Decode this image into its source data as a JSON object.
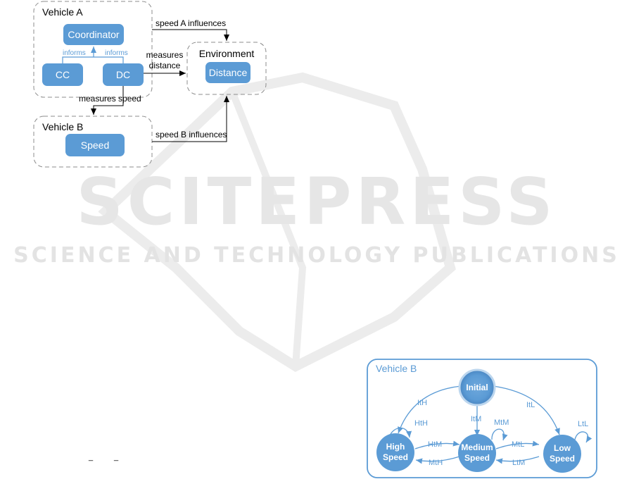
{
  "watermark": {
    "brand": "SCITEPRESS",
    "tagline": "SCIENCE AND TECHNOLOGY PUBLICATIONS"
  },
  "top_diagram": {
    "vehicle_a": {
      "title": "Vehicle A",
      "coordinator": "Coordinator",
      "cc": "CC",
      "dc": "DC",
      "informs_left": "informs",
      "informs_right": "informs"
    },
    "vehicle_b": {
      "title": "Vehicle B",
      "speed": "Speed"
    },
    "environment": {
      "title": "Environment",
      "distance": "Distance"
    },
    "edges": {
      "speed_a_influences": "speed A influences",
      "measures_distance_1": "measures",
      "measures_distance_2": "distance",
      "measures_speed": "measures speed",
      "speed_b_influences": "speed B influences"
    }
  },
  "state_machine": {
    "title": "Vehicle B",
    "states": {
      "initial": "Initial",
      "high_1": "High",
      "high_2": "Speed",
      "medium_1": "Medium",
      "medium_2": "Speed",
      "low_1": "Low",
      "low_2": "Speed"
    },
    "transitions": {
      "ItH": "ItH",
      "ItM": "ItM",
      "ItL": "ItL",
      "HtH": "HtH",
      "MtM": "MtM",
      "LtL": "LtL",
      "HtM": "HtM",
      "MtH": "MtH",
      "MtL": "MtL",
      "LtM": "LtM"
    }
  },
  "stray_marks": {
    "a": "_",
    "b": "_"
  },
  "colors": {
    "accent": "#5b9bd5",
    "container_border": "#8c8c8c"
  }
}
